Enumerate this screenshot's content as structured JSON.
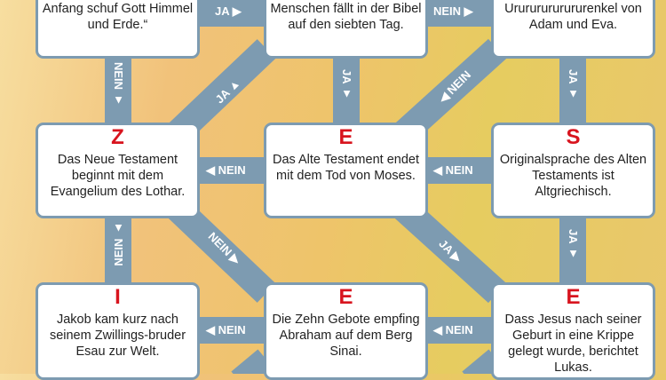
{
  "boxes": [
    {
      "letter": "",
      "text": "Die Bibel beginnt so: „Am Anfang schuf Gott Himmel und Erde.“"
    },
    {
      "letter": "",
      "text": "Die Schaffung des Menschen fällt in der Bibel auf den siebten Tag."
    },
    {
      "letter": "",
      "text": "Noah ist laut Bibel ein Urururururururenkel von Adam und Eva."
    },
    {
      "letter": "Z",
      "text": "Das Neue Testament beginnt mit dem Evangelium des Lothar."
    },
    {
      "letter": "E",
      "text": "Das Alte Testament endet mit dem Tod von Moses."
    },
    {
      "letter": "S",
      "text": "Originalsprache des Alten Testaments ist Altgriechisch."
    },
    {
      "letter": "I",
      "text": "Jakob kam kurz nach seinem Zwillings-bruder Esau zur Welt."
    },
    {
      "letter": "E",
      "text": "Die Zehn Gebote empfing Abraham auf dem Berg Sinai."
    },
    {
      "letter": "E",
      "text": "Dass Jesus nach seiner Geburt in eine Krippe gelegt wurde, berichtet Lukas."
    }
  ],
  "labels": {
    "ja_right": "JA ▶",
    "nein_right": "NEIN ▶",
    "nein_left": "◀ NEIN",
    "ja_down": "JA ▼",
    "nein_down": "NEIN ▼",
    "nein_up": "NEIN ▲",
    "ja_diag_up": "JA ▲",
    "nein_diag_up": "◀ NEIN",
    "nein_diag_down": "NEIN ▶",
    "ja_diag_down": "JA ▶"
  },
  "colors": {
    "connector": "#7d9bb1",
    "letter": "#d8141e"
  }
}
